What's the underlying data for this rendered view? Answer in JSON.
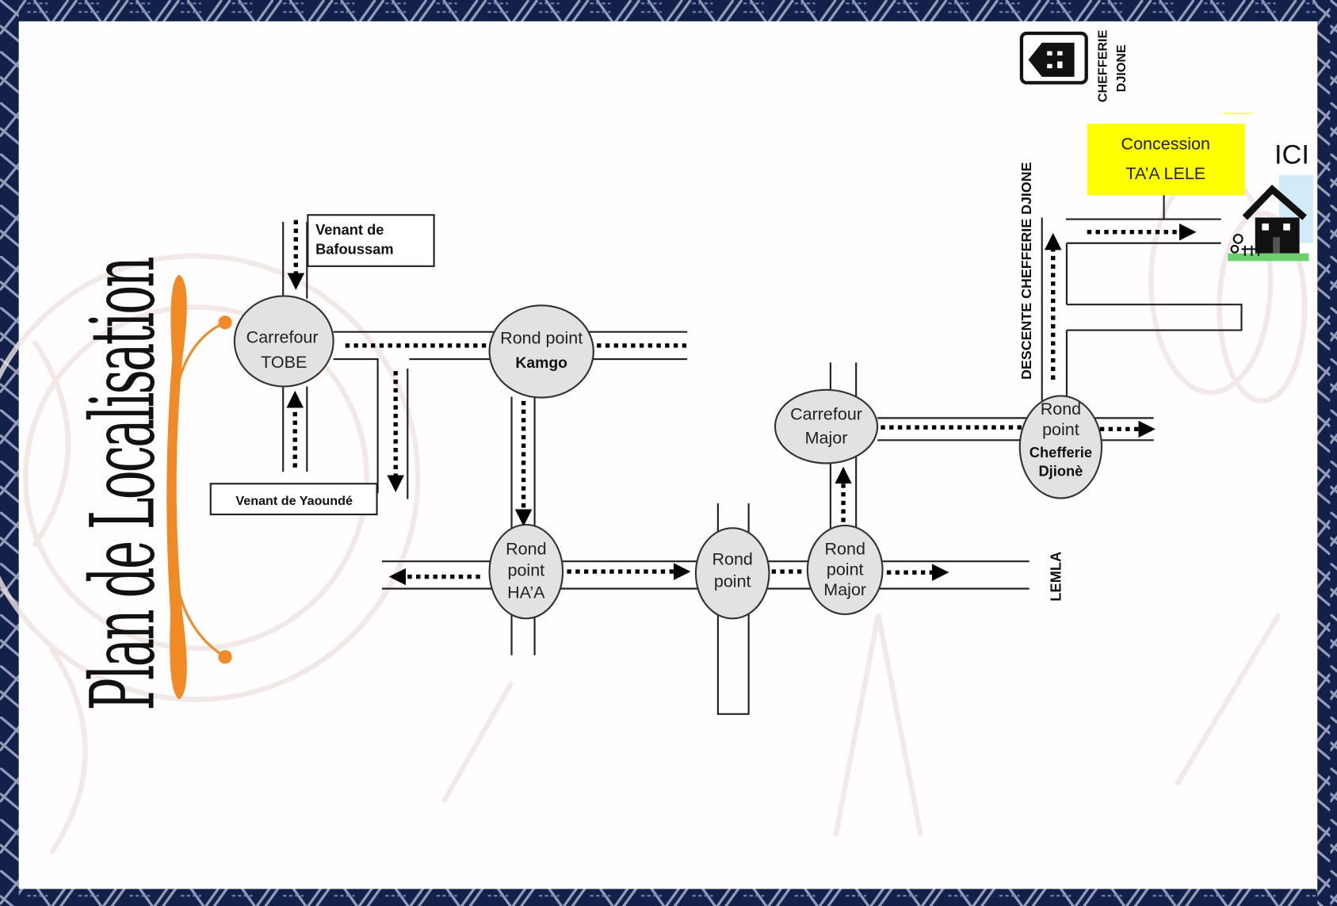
{
  "title": "Plan de Localisation",
  "origins": {
    "bafoussam": [
      "Venant de",
      "Bafoussam"
    ],
    "yaounde": "Venant de Yaoundé"
  },
  "nodes": {
    "tobe": [
      "Carrefour",
      "TOBE"
    ],
    "kamgo": [
      "Rond point",
      "Kamgo"
    ],
    "haa": [
      "Rond",
      "point",
      "HA’A"
    ],
    "rondpoint": [
      "Rond",
      "point"
    ],
    "rp_major": [
      "Rond",
      "point",
      "Major"
    ],
    "carrefour_major": [
      "Carrefour",
      "Major"
    ],
    "rp_chefferie": [
      "Rond",
      "point",
      "Chefferie",
      "Djionè"
    ]
  },
  "roads": {
    "descente": "DESCENTE CHEFFERIE DJIONE",
    "lemla": "LEMLA"
  },
  "landmark": {
    "chefferie": [
      "CHEFFERIE",
      "DJIONE"
    ]
  },
  "destination": {
    "label": [
      "Concession",
      "TA’A LELE"
    ],
    "marker": "ICI"
  },
  "colors": {
    "border": "#13204a",
    "accent": "#f08a24",
    "highlight": "#ffff00",
    "node_fill": "#e2e2e2"
  }
}
